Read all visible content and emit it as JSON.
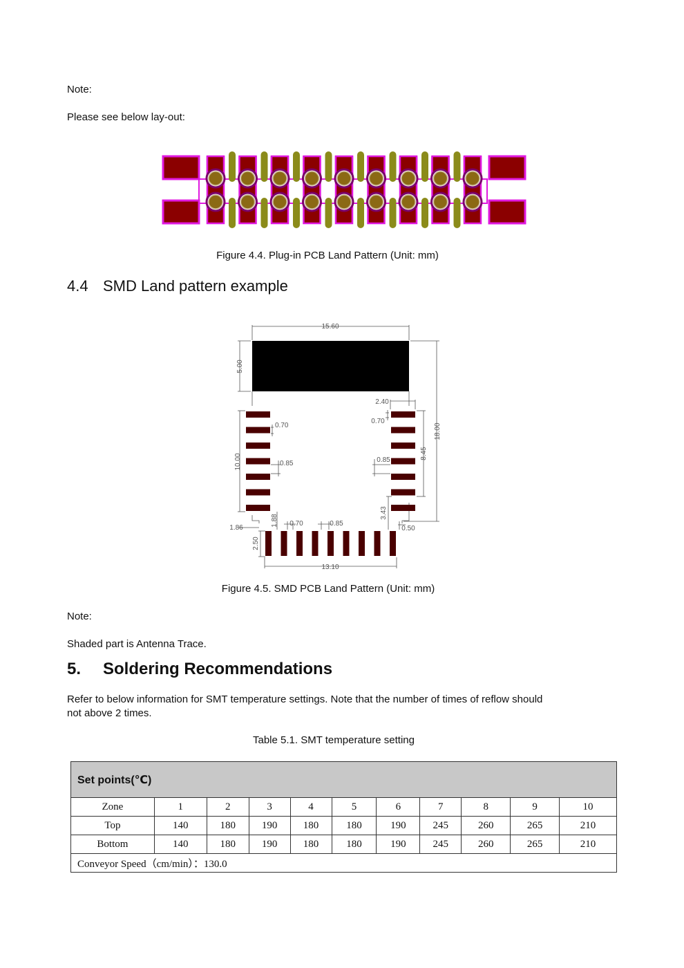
{
  "top_note": {
    "label": "Note:",
    "text": "Please see below lay-out:"
  },
  "figure_4_4": {
    "caption": "Figure 4.4. Plug-in PCB Land Pattern (Unit: mm)",
    "colors": {
      "pad": "#8b0000",
      "outline": "#e019e0",
      "tab": "#8b8b1a",
      "via": "#8b6914"
    }
  },
  "section_4_4": {
    "number": "4.4",
    "title": "SMD Land pattern example"
  },
  "figure_4_5": {
    "caption": "Figure 4.5. SMD PCB Land Pattern (Unit: mm)",
    "dims": {
      "d15_60": "15.60",
      "d5_00": "5.00",
      "d2_40": "2.40",
      "d0_70_a": "0.70",
      "d0_70_b": "0.70",
      "d18_00": "18.00",
      "d0_85_a": "0.85",
      "d0_85_b": "0.85",
      "d8_45": "8.45",
      "d10_00": "10.00",
      "d3_43": "3.43",
      "d1_86": "1.86",
      "d1_88": "1.88",
      "d0_70_c": "0.70",
      "d0_85_c": "0.85",
      "d0_50": "0.50",
      "d2_50": "2.50",
      "d13_10": "13.10"
    }
  },
  "bottom_note": {
    "label": "Note:",
    "text": "Shaded part is Antenna Trace."
  },
  "section_5": {
    "number": "5.",
    "title": "Soldering Recommendations",
    "intro_line1": "Refer to below information for SMT temperature settings. Note that the number of times of reflow should",
    "intro_line2": "not above 2 times.",
    "table_caption": "Table 5.1. SMT temperature setting"
  },
  "smt_table": {
    "header": "Set points(℃)",
    "rows": [
      [
        "Zone",
        "1",
        "2",
        "3",
        "4",
        "5",
        "6",
        "7",
        "8",
        "9",
        "10"
      ],
      [
        "Top",
        "140",
        "180",
        "190",
        "180",
        "180",
        "190",
        "245",
        "260",
        "265",
        "210"
      ],
      [
        "Bottom",
        "140",
        "180",
        "190",
        "180",
        "180",
        "190",
        "245",
        "260",
        "265",
        "210"
      ]
    ],
    "conveyor": "Conveyor Speed（cm/min）：130.0"
  }
}
